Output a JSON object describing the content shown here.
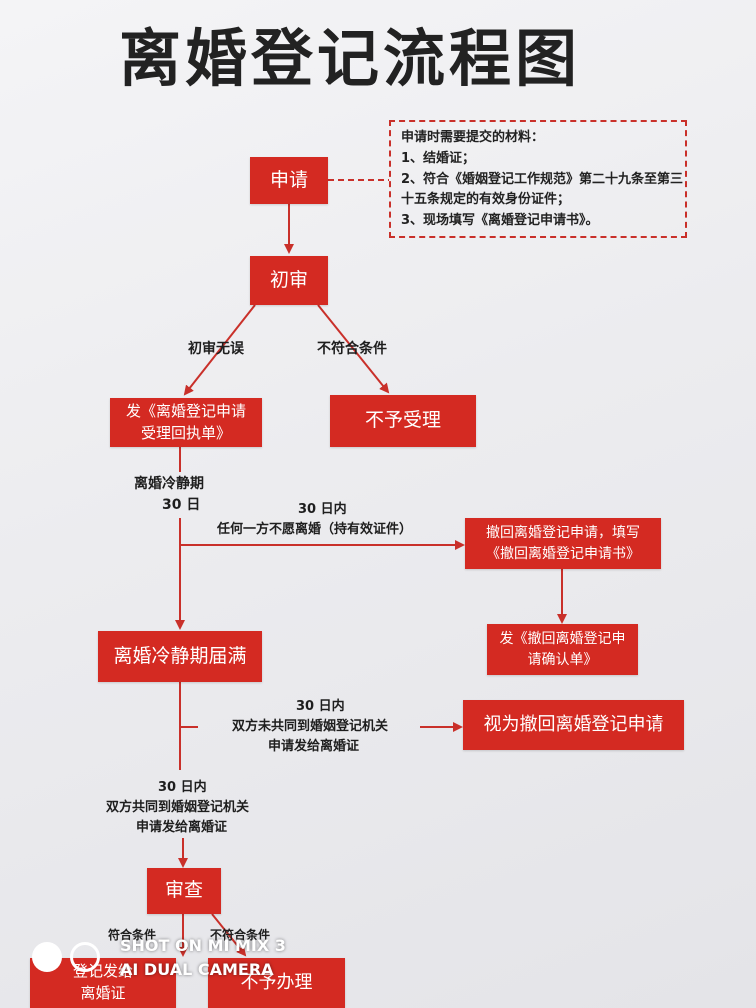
{
  "title": "离婚登记流程图",
  "boxes": {
    "apply": "申请",
    "initial_review": "初审",
    "issue_receipt": "发《离婚登记申请受理回执单》",
    "reject": "不予受理",
    "withdraw": "撤回离婚登记申请，填写《撤回离婚登记申请书》",
    "withdraw_confirm": "发《撤回离婚登记申请确认单》",
    "cooling_end": "离婚冷静期届满",
    "deemed_withdrawn": "视为撤回离婚登记申请",
    "examine": "审查",
    "issue_cert": "登记发给离婚证",
    "not_process": "不予办理"
  },
  "labels": {
    "review_ok": "初审无误",
    "review_fail": "不符合条件",
    "cooling_period": "离婚冷静期",
    "days30": "30 日",
    "within30_a": "30 日内",
    "one_party": "任何一方不愿离婚（持有效证件）",
    "within30_b": "30 日内",
    "not_together_1": "双方未共同到婚姻登记机关",
    "not_together_2": "申请发给离婚证",
    "within30_c": "30 日内",
    "together_1": "双方共同到婚姻登记机关",
    "together_2": "申请发给离婚证",
    "meets": "符合条件",
    "not_meets": "不符合条件"
  },
  "note": {
    "heading": "申请时需要提交的材料：",
    "items": [
      "1、结婚证；",
      "2、符合《婚姻登记工作规范》第二十九条至第三十五条规定的有效身份证件；",
      "3、现场填写《离婚登记申请书》。"
    ]
  },
  "watermark": {
    "line1": "SHOT ON MI MIX 3",
    "line2": "AI DUAL CAMERA"
  },
  "colors": {
    "box": "#d42a22",
    "line": "#c9302a",
    "text": "#222222"
  }
}
